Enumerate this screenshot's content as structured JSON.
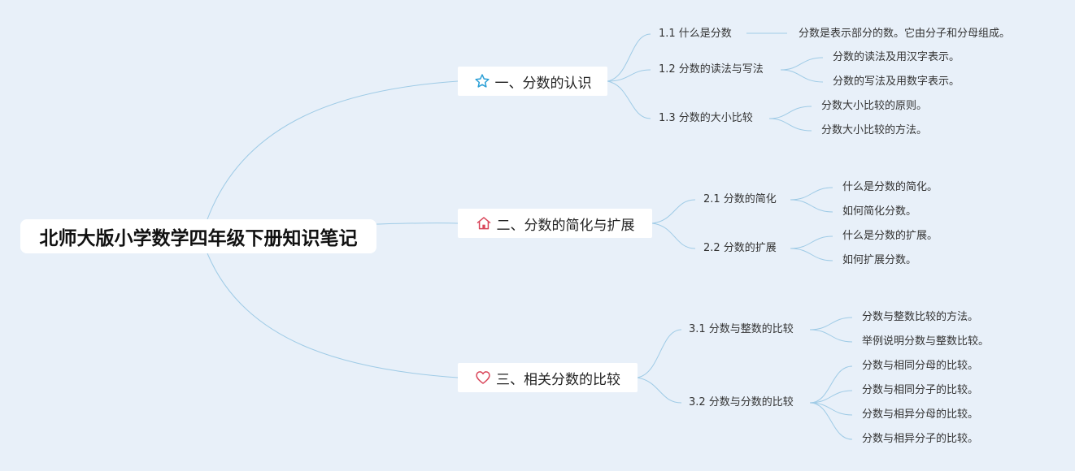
{
  "root": {
    "title": "北师大版小学数学四年级下册知识笔记"
  },
  "branches": [
    {
      "label": "一、分数的认识",
      "icon": "star-icon",
      "icon_color": "#2a9fd6",
      "subs": [
        {
          "label": "1.1 什么是分数",
          "leaves": [
            "分数是表示部分的数。它由分子和分母组成。"
          ]
        },
        {
          "label": "1.2 分数的读法与写法",
          "leaves": [
            "分数的读法及用汉字表示。",
            "分数的写法及用数字表示。"
          ]
        },
        {
          "label": "1.3 分数的大小比较",
          "leaves": [
            "分数大小比较的原则。",
            "分数大小比较的方法。"
          ]
        }
      ]
    },
    {
      "label": "二、分数的简化与扩展",
      "icon": "house-icon",
      "icon_color": "#d9465a",
      "subs": [
        {
          "label": "2.1 分数的简化",
          "leaves": [
            "什么是分数的简化。",
            "如何简化分数。"
          ]
        },
        {
          "label": "2.2 分数的扩展",
          "leaves": [
            "什么是分数的扩展。",
            "如何扩展分数。"
          ]
        }
      ]
    },
    {
      "label": "三、相关分数的比较",
      "icon": "heart-icon",
      "icon_color": "#d9465a",
      "subs": [
        {
          "label": "3.1 分数与整数的比较",
          "leaves": [
            "分数与整数比较的方法。",
            "举例说明分数与整数比较。"
          ]
        },
        {
          "label": "3.2 分数与分数的比较",
          "leaves": [
            "分数与相同分母的比较。",
            "分数与相同分子的比较。",
            "分数与相异分母的比较。",
            "分数与相异分子的比较。"
          ]
        }
      ]
    }
  ],
  "colors": {
    "background": "#e8f0f9",
    "connector": "#9fcbe6",
    "node_fill": "#ffffff"
  }
}
